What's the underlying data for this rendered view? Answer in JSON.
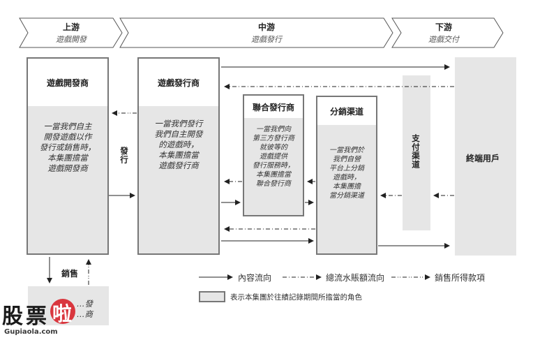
{
  "stages": [
    {
      "title": "上游",
      "subtitle": "遊戲開發"
    },
    {
      "title": "中游",
      "subtitle": "遊戲發行"
    },
    {
      "title": "下游",
      "subtitle": "遊戲交付"
    }
  ],
  "boxes": {
    "developer": {
      "title": "遊戲開發商",
      "desc": [
        "一當我們自主",
        "開發遊戲以作",
        "發行或銷售時，",
        "本集團擔當",
        "遊戲開發商"
      ]
    },
    "publisher": {
      "title": "遊戲發行商",
      "desc": [
        "一當我們發行",
        "我們自主開發",
        "的遊戲時，",
        "本集團擔當",
        "遊戲發行商"
      ]
    },
    "co_publisher": {
      "title": "聯合發行商",
      "desc": [
        "一當我們向",
        "第三方發行商",
        "就彼等的",
        "遊戲提供",
        "發行服務時，",
        "本集團擔當",
        "聯合發行商"
      ]
    },
    "distribution": {
      "title": "分銷渠道",
      "desc": [
        "一當我們於",
        "我們自營",
        "平台上分銷",
        "遊戲時，",
        "本集團擔",
        "當分銷渠道"
      ]
    },
    "payment": {
      "title": "支付渠道"
    },
    "end_user": {
      "title": "終端用戶"
    },
    "retail_partial": {
      "title": "…發",
      "desc": [
        "…商"
      ]
    }
  },
  "labels": {
    "publish": "發行",
    "sell": "銷售"
  },
  "legend": {
    "content_flow": "內容流向",
    "gross_billings_flow": "總流水賬額流向",
    "sales_proceeds": "銷售所得款項",
    "box_note": "表示本集團於往績記錄期間所擔當的角色"
  },
  "watermark": {
    "chars": [
      "股",
      "票",
      "啦"
    ],
    "url": "Gupiaola.com"
  },
  "colors": {
    "box_fill": "#e6e6e6",
    "box_border": "#777777",
    "chevron_border": "#555555",
    "watermark_red": "#d9363e"
  }
}
